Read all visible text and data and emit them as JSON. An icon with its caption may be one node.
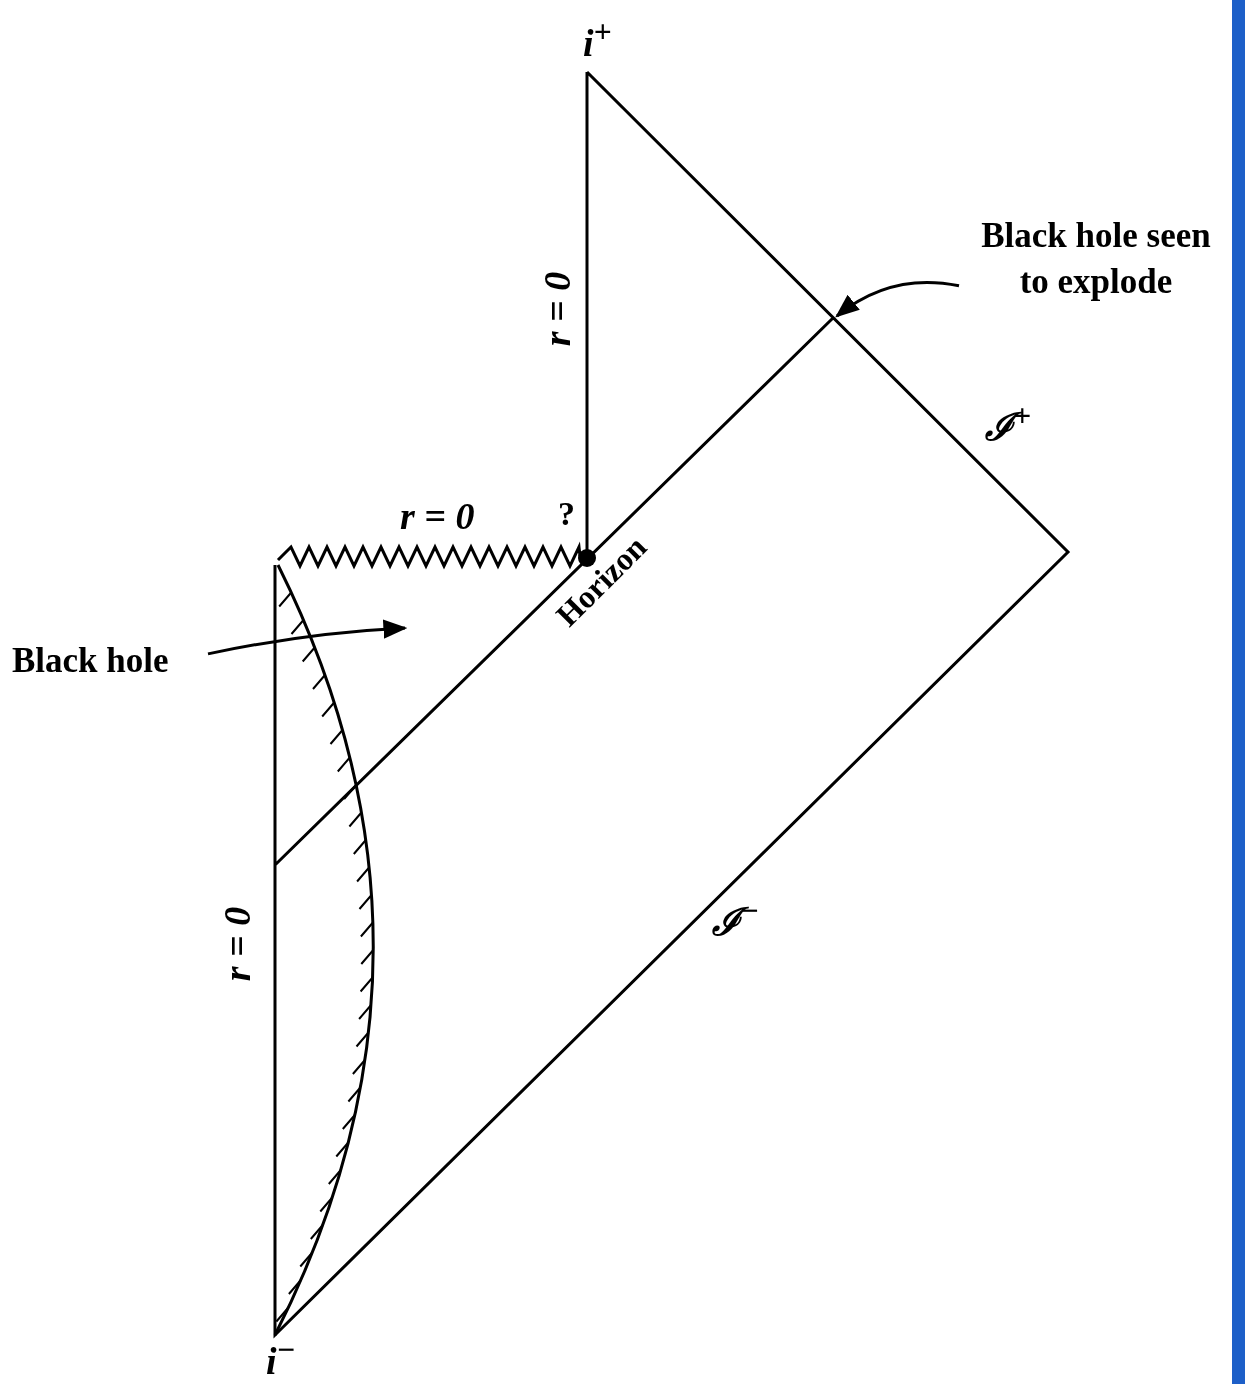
{
  "diagram": {
    "nodes": [
      {
        "text": [
          "Black hole seen to explode"
        ]
      },
      {
        "text": [
          "Black hole"
        ]
      }
    ],
    "edges": [
      {
        "from": 0,
        "to": null,
        "arrow": "to"
      },
      {
        "from": 1,
        "to": null,
        "arrow": "to"
      }
    ],
    "labels": [
      "i$^{+}$",
      "r = 0",
      "ℐ$^{+}$",
      "r = 0",
      "?",
      "Horizon",
      "r = 0",
      "ℐ$^{−}$",
      "i$^{−}$"
    ]
  }
}
